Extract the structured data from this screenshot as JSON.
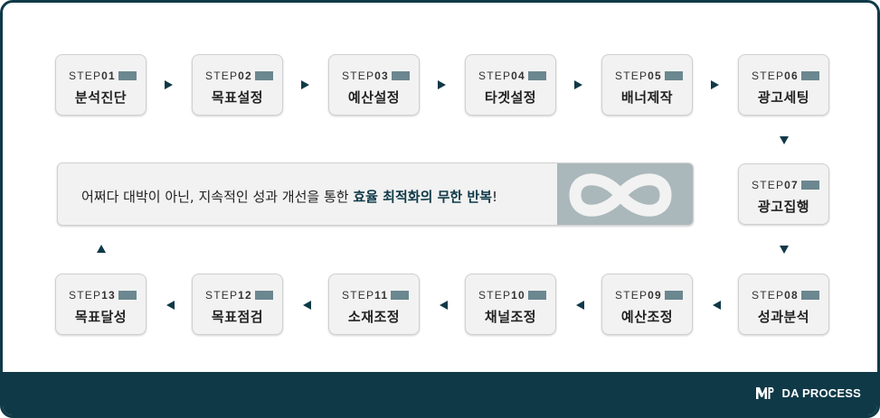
{
  "steps": [
    {
      "label": "STEP",
      "num": "01",
      "name": "분석진단"
    },
    {
      "label": "STEP",
      "num": "02",
      "name": "목표설정"
    },
    {
      "label": "STEP",
      "num": "03",
      "name": "예산설정"
    },
    {
      "label": "STEP",
      "num": "04",
      "name": "타겟설정"
    },
    {
      "label": "STEP",
      "num": "05",
      "name": "배너제작"
    },
    {
      "label": "STEP",
      "num": "06",
      "name": "광고세팅"
    },
    {
      "label": "STEP",
      "num": "07",
      "name": "광고집행"
    },
    {
      "label": "STEP",
      "num": "08",
      "name": "성과분석"
    },
    {
      "label": "STEP",
      "num": "09",
      "name": "예산조정"
    },
    {
      "label": "STEP",
      "num": "10",
      "name": "채널조정"
    },
    {
      "label": "STEP",
      "num": "11",
      "name": "소재조정"
    },
    {
      "label": "STEP",
      "num": "12",
      "name": "목표점검"
    },
    {
      "label": "STEP",
      "num": "13",
      "name": "목표달성"
    }
  ],
  "banner": {
    "text_plain": "어쩌다 대박이 아닌, 지속적인 성과 개선을 통한 ",
    "text_highlight": "효율 최적화의 무한 반복",
    "text_end": "!",
    "icon": "infinity-loop-icon"
  },
  "footer": {
    "brand": "DA PROCESS",
    "logo": "dp-logo-icon"
  },
  "colors": {
    "primary": "#0f3947",
    "accent_bar": "#6b8790",
    "box_bg": "#f2f2f2"
  }
}
